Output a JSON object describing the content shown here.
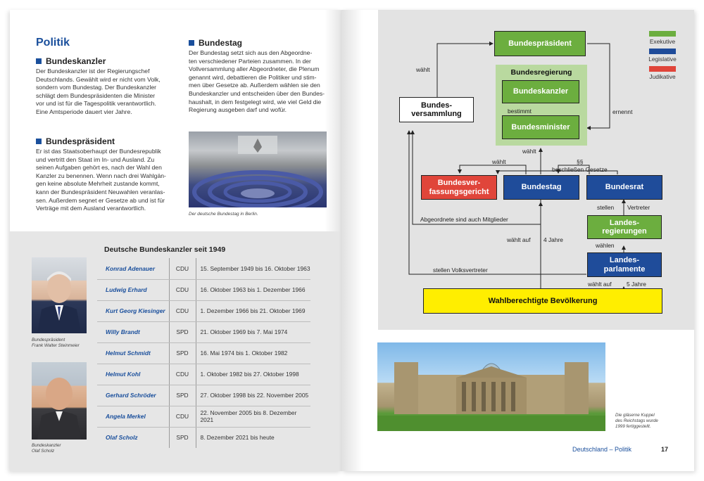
{
  "left_page": {
    "title": "Politik",
    "bundeskanzler": {
      "heading": "Bundeskanzler",
      "lines": [
        "Der Bundeskanzler ist der Regierungschef",
        "Deutschlands. Gewählt wird er nicht vom Volk,",
        "sondern vom Bundestag. Der Bundeskanzler",
        "schlägt dem Bundespräsidenten die Minister",
        "vor und ist für die Tagespolitik verantwortlich.",
        "Eine Amtsperiode dauert vier Jahre."
      ]
    },
    "bundespraesident": {
      "heading": "Bundespräsident",
      "lines": [
        "Er ist das Staatsoberhaupt der Bundesrepublik",
        "und vertritt den Staat im In- und Ausland. Zu",
        "seinen Aufgaben gehört es, nach der Wahl den",
        "Kanzler zu benennen. Wenn nach drei Wahlgän-",
        "gen keine absolute Mehrheit zustande kommt,",
        "kann der Bundespräsident Neuwahlen veranlas-",
        "sen. Außerdem segnet er Gesetze ab und ist für",
        "Verträge mit dem Ausland verantwortlich."
      ]
    },
    "bundestag": {
      "heading": "Bundestag",
      "lines": [
        "Der Bundestag setzt sich aus den Abgeordne-",
        "ten verschiedener Parteien zusammen. In der",
        "Vollversammlung aller Abgeordneter, die Plenum",
        "genannt wird, debattieren die Politiker und stim-",
        "men über Gesetze ab. Außerdem wählen sie den",
        "Bundeskanzler und entscheiden über den Bundes-",
        "haushalt, in dem festgelegt wird, wie viel Geld die",
        "Regierung ausgeben darf und wofür."
      ],
      "photo_caption": "Der deutsche Bundestag in Berlin."
    },
    "chancellors": {
      "title": "Deutsche Bundeskanzler seit 1949",
      "portrait_1_caption": [
        "Bundespräsident",
        "Frank Walter Steinmeier"
      ],
      "portrait_2_caption": [
        "Bundeskanzler",
        "Olaf Scholz"
      ],
      "rows": [
        {
          "name": "Konrad Adenauer",
          "party": "CDU",
          "term": "15. September 1949 bis 16. Oktober 1963"
        },
        {
          "name": "Ludwig Erhard",
          "party": "CDU",
          "term": "16. Oktober 1963 bis 1. Dezember 1966"
        },
        {
          "name": "Kurt Georg Kiesinger",
          "party": "CDU",
          "term": "1. Dezember 1966 bis 21. Oktober 1969"
        },
        {
          "name": "Willy Brandt",
          "party": "SPD",
          "term": "21. Oktober 1969 bis 7. Mai 1974"
        },
        {
          "name": "Helmut Schmidt",
          "party": "SPD",
          "term": "16. Mai 1974 bis 1. Oktober 1982"
        },
        {
          "name": "Helmut Kohl",
          "party": "CDU",
          "term": "1. Oktober 1982 bis 27. Oktober 1998"
        },
        {
          "name": "Gerhard Schröder",
          "party": "SPD",
          "term": "27. Oktober 1998 bis 22. November 2005"
        },
        {
          "name": "Angela Merkel",
          "party": "CDU",
          "term": "22. November 2005 bis 8. Dezember 2021"
        },
        {
          "name": "Olaf Scholz",
          "party": "SPD",
          "term": "8. Dezember 2021 bis heute"
        }
      ]
    }
  },
  "diagram": {
    "boxes": {
      "bundespraesident": "Bundespräsident",
      "bundesregierung": "Bundesregierung",
      "bundeskanzler": "Bundeskanzler",
      "bundesminister": "Bundesminister",
      "bundesversammlung": [
        "Bundes-",
        "versammlung"
      ],
      "verfassungsgericht": [
        "Bundesver-",
        "fassungsgericht"
      ],
      "bundestag": "Bundestag",
      "bundesrat": "Bundesrat",
      "landesregierungen": [
        "Landes-",
        "regierungen"
      ],
      "landesparlamente": [
        "Landes-",
        "parlamente"
      ],
      "bevoelkerung": "Wahlberechtigte Bevölkerung"
    },
    "labels": {
      "waehlt_1": "wählt",
      "ernennt": "ernennt",
      "bestimmt": "bestimmt",
      "waehlt_2": "wählt",
      "waehlt_3": "wählt",
      "paragraph": "§§",
      "beschliessen": "beschließen Gesetze",
      "abgeordnete": "Abgeordnete sind auch Mitglieder",
      "stellen": "stellen",
      "vertreter": "Vertreter",
      "waehlen": "wählen",
      "waehlt_auf_1": "wählt auf",
      "jahre_4": "4 Jahre",
      "volksvertreter": "stellen Volksvertreter",
      "waehlt_auf_2": "wählt auf",
      "jahre_5": "5 Jahre"
    },
    "legend": [
      {
        "label": "Exekutive",
        "color": "#6cae3f"
      },
      {
        "label": "Legislative",
        "color": "#1f4c9a"
      },
      {
        "label": "Judikative",
        "color": "#e0453a"
      }
    ]
  },
  "right_page": {
    "reichstag_caption": [
      "Die gläserne Kuppel",
      "des Reichstags wurde",
      "1999 fertiggestellt."
    ],
    "footer_section": "Deutschland – Politik",
    "page_number": "17"
  }
}
